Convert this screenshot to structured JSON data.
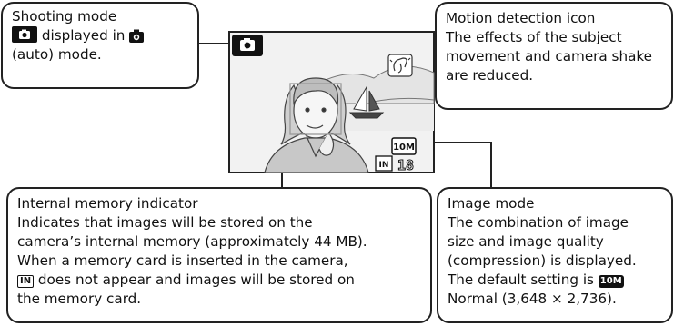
{
  "callouts": {
    "shooting_mode": {
      "line1": "Shooting mode",
      "line2_after": "displayed in",
      "line3": "(auto) mode."
    },
    "motion_detection": {
      "line1": "Motion detection icon",
      "line2": "The effects of the subject",
      "line3": "movement and camera shake",
      "line4": "are reduced."
    },
    "internal_memory": {
      "line1": "Internal memory indicator",
      "line2": "Indicates that images will be stored on the",
      "line3": "camera’s internal memory (approximately 44 MB).",
      "line4": "When a memory card is inserted in the camera,",
      "line5_after": "does not appear and images will be stored on",
      "line6": "the memory card."
    },
    "image_mode": {
      "line1": "Image mode",
      "line2": "The combination of image",
      "line3": "size and image quality",
      "line4": "(compression) is displayed.",
      "line5": "The default setting is",
      "line6": "Normal (3,648 × 2,736)."
    }
  },
  "screen": {
    "image_mode_icon": "10M",
    "memory_icon": "IN",
    "exposures_remaining": "18"
  },
  "icons": {
    "shooting_mode": "camera-icon",
    "auto_mode": "camera-icon",
    "motion_detection": "hand-wave-icon",
    "image_mode": "10m-image-size-icon",
    "internal_memory": "internal-memory-in-icon"
  }
}
